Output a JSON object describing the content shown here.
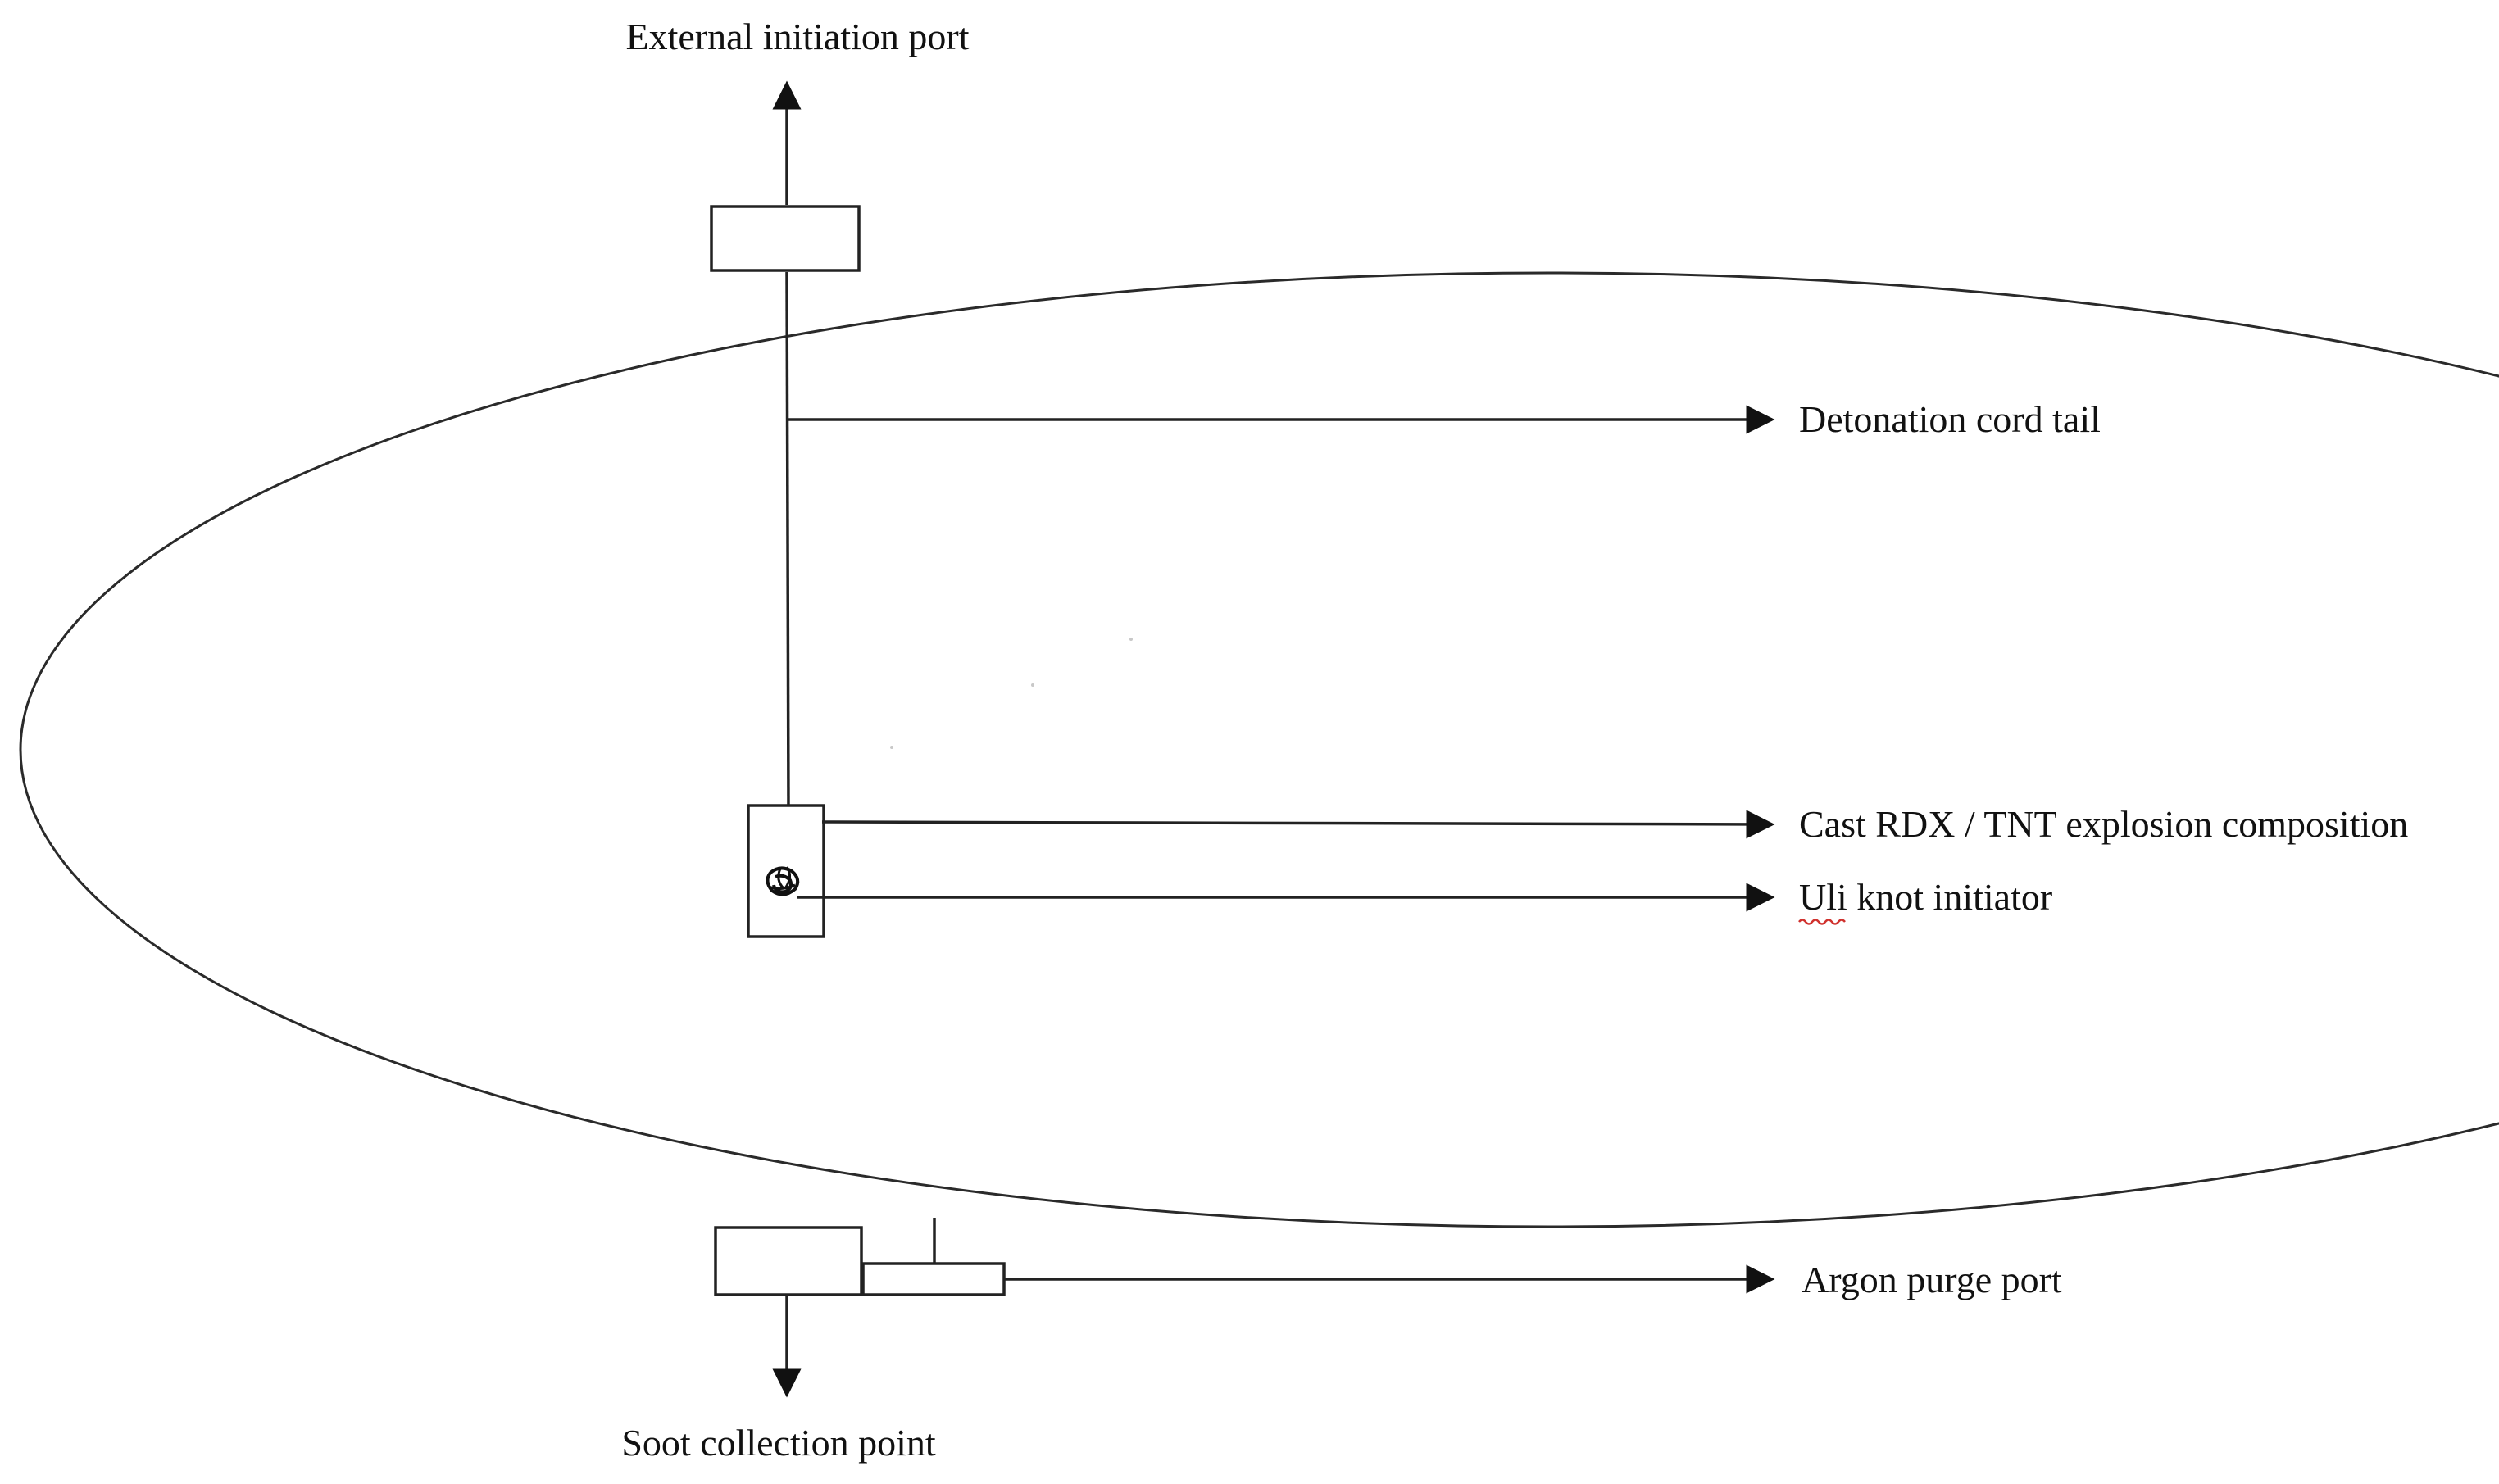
{
  "labels": {
    "external_initiation_port": "External initiation port",
    "detonation_cord_tail": "Detonation cord tail",
    "cast_composition": "Cast RDX / TNT explosion composition",
    "uli_knot": "Uli knot initiator",
    "argon_purge_port": "Argon purge port",
    "soot_collection_point": "Soot collection point"
  },
  "colors": {
    "line": "#222222",
    "spellcheck_underline": "#d0312d"
  }
}
